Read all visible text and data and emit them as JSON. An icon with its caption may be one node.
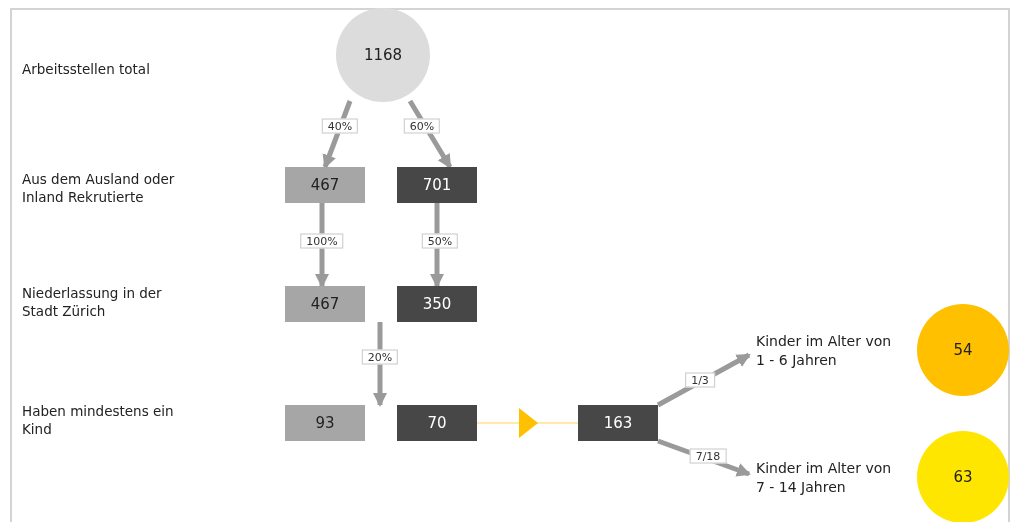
{
  "diagram": {
    "nodes": [
      {
        "text": [
          "1168"
        ]
      },
      {
        "text": [
          "467"
        ]
      },
      {
        "text": [
          "701"
        ]
      },
      {
        "text": [
          "467"
        ]
      },
      {
        "text": [
          "350"
        ]
      },
      {
        "text": [
          "93"
        ]
      },
      {
        "text": [
          "70"
        ]
      },
      {
        "text": [
          "163"
        ]
      },
      {
        "text": [
          "Kinder im Alter von 1 - 6 Jahren"
        ]
      },
      {
        "text": [
          "54"
        ]
      },
      {
        "text": [
          "Kinder im Alter von 7 - 14 Jahren"
        ]
      },
      {
        "text": [
          "63"
        ]
      }
    ],
    "edges": [
      {
        "from": 0,
        "to": 1,
        "arrow": "to",
        "label": "40%"
      },
      {
        "from": 0,
        "to": 2,
        "arrow": "to",
        "label": "60%"
      },
      {
        "from": 1,
        "to": 3,
        "arrow": "to",
        "label": "100%"
      },
      {
        "from": 2,
        "to": 4,
        "arrow": "to",
        "label": "50%"
      },
      {
        "from": 3,
        "to": 5,
        "arrow": "to",
        "label": "20%"
      },
      {
        "from": 4,
        "to": 6,
        "arrow": "to"
      },
      {
        "from": 6,
        "to": 7,
        "arrow": "to",
        "color": "#ffc000"
      },
      {
        "from": 7,
        "to": 8,
        "arrow": "to",
        "label": "1/3"
      },
      {
        "from": 7,
        "to": 10,
        "arrow": "to",
        "label": "7/18"
      }
    ],
    "labels": [
      "Arbeitsstellen total",
      "Aus dem Ausland oder Inland Rekrutierte",
      "Niederlassung in der Stadt Zürich",
      "Haben mindestens ein Kind"
    ]
  }
}
